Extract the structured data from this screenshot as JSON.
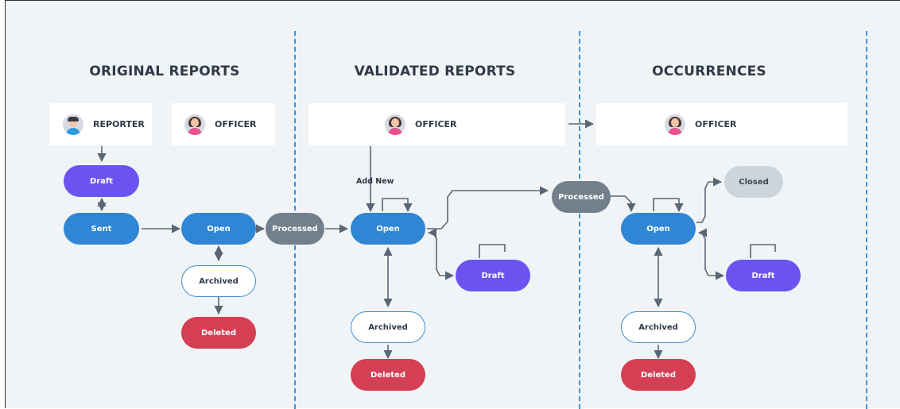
{
  "sections": [
    {
      "title": "ORIGINAL REPORTS"
    },
    {
      "title": "VALIDATED REPORTS"
    },
    {
      "title": "OCCURRENCES"
    }
  ],
  "actors": {
    "reporter": {
      "label": "REPORTER",
      "icon": "reporter-avatar-icon"
    },
    "officer_original": {
      "label": "OFFICER",
      "icon": "officer-avatar-icon"
    },
    "officer_validated": {
      "label": "OFFICER",
      "icon": "officer-avatar-icon"
    },
    "officer_occurrences": {
      "label": "OFFICER",
      "icon": "officer-avatar-icon"
    }
  },
  "nodes": {
    "orig_draft": "Draft",
    "orig_sent": "Sent",
    "orig_open": "Open",
    "orig_archived": "Archived",
    "orig_deleted": "Deleted",
    "processed_1": "Processed",
    "val_open": "Open",
    "val_draft": "Draft",
    "val_archived": "Archived",
    "val_deleted": "Deleted",
    "processed_2": "Processed",
    "occ_open": "Open",
    "occ_closed": "Closed",
    "occ_draft": "Draft",
    "occ_archived": "Archived",
    "occ_deleted": "Deleted"
  },
  "annotations": {
    "add_new": "Add New"
  },
  "colors": {
    "open": "#2f86d4",
    "draft": "#6b53f0",
    "processed": "#737f8b",
    "deleted": "#d43f54",
    "closed": "#cdd5dc",
    "archived_border": "#3f8fd6",
    "divider": "#3f8fd6",
    "arrow": "#5a6675",
    "background": "#f1f4f7"
  }
}
